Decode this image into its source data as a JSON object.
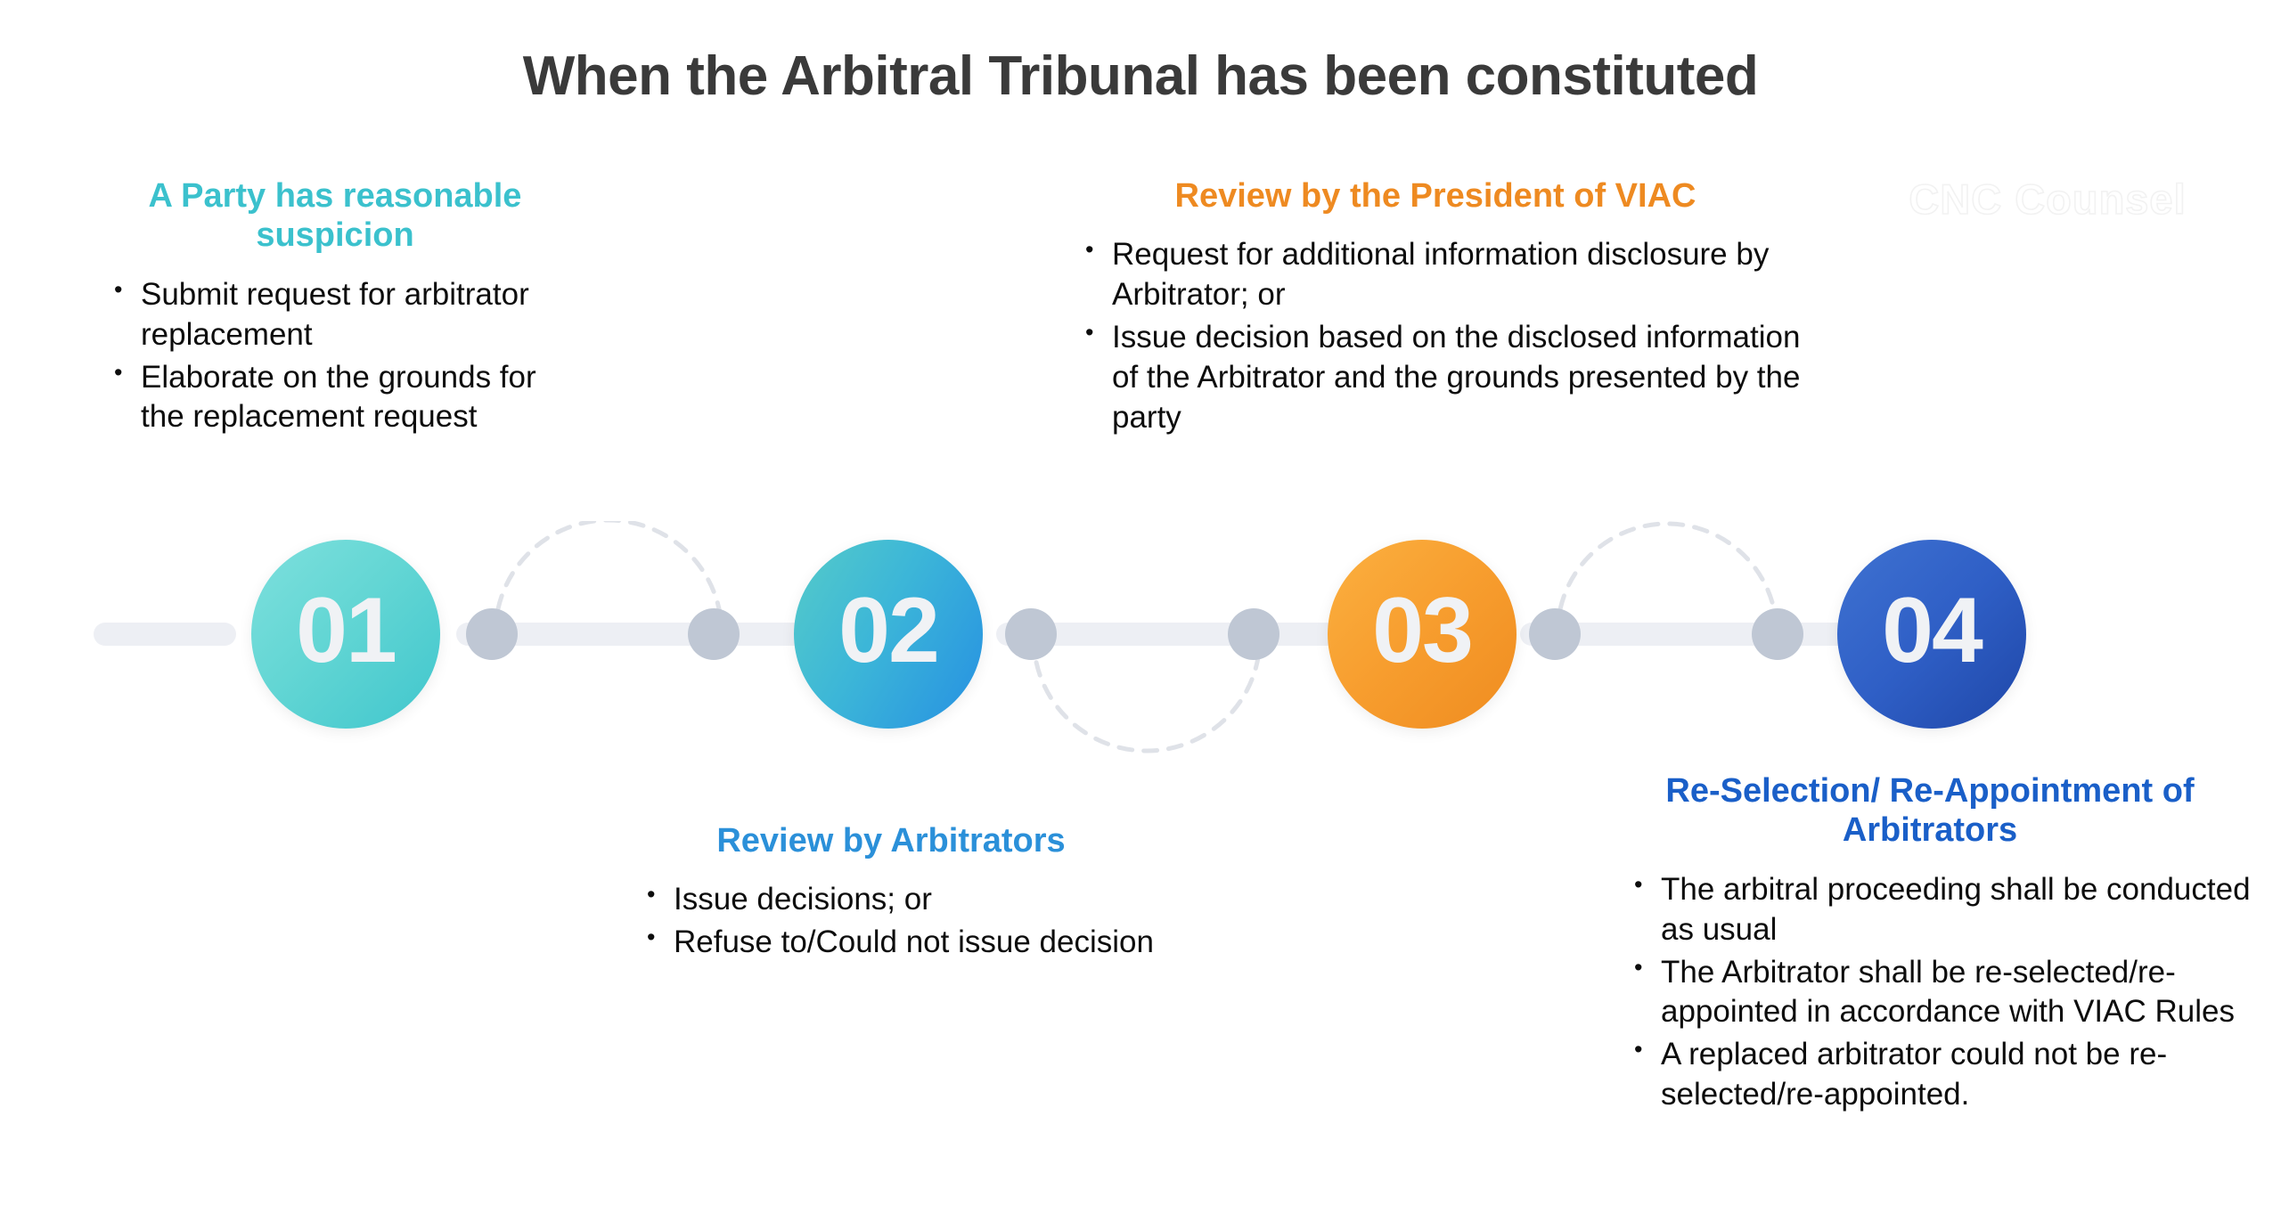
{
  "slide": {
    "title": "When the Arbitral Tribunal has been constituted",
    "watermark": "CNC Counsel",
    "background_color": "#ffffff",
    "title_color": "#3a3a3a"
  },
  "timeline": {
    "rail_color": "#edeff4",
    "dot_color": "#bfc7d4",
    "arc_color": "#dfe2e8",
    "nodes": [
      {
        "number": "01",
        "color_start": "#7ee0dd",
        "color_end": "#40c6cd"
      },
      {
        "number": "02",
        "color_start": "#55cbc9",
        "color_end": "#2690e2"
      },
      {
        "number": "03",
        "color_start": "#fbb040",
        "color_end": "#ef8c20"
      },
      {
        "number": "04",
        "color_start": "#3f72d1",
        "color_end": "#1f47a8"
      }
    ]
  },
  "steps": [
    {
      "number": "01",
      "heading": "A Party has reasonable suspicion",
      "heading_color": "#3bc1cd",
      "bullets": [
        "Submit request for arbitrator replacement",
        "Elaborate on the grounds for the replacement request"
      ]
    },
    {
      "number": "02",
      "heading": "Review by Arbitrators",
      "heading_color": "#2b90d9",
      "bullets": [
        "Issue decisions; or",
        "Refuse to/Could not issue decision"
      ]
    },
    {
      "number": "03",
      "heading": "Review by the President of VIAC",
      "heading_color": "#ee8a21",
      "bullets": [
        "Request for additional information disclosure by Arbitrator; or",
        "Issue decision based on the disclosed information of the Arbitrator and the grounds presented by the party"
      ]
    },
    {
      "number": "04",
      "heading": "Re-Selection/ Re-Appointment of Arbitrators",
      "heading_color": "#1a5fc8",
      "bullets": [
        "The arbitral proceeding shall be conducted as usual",
        "The Arbitrator shall be re-selected/re-appointed in accordance with VIAC Rules",
        "A replaced arbitrator could not be re-selected/re-appointed."
      ]
    }
  ]
}
